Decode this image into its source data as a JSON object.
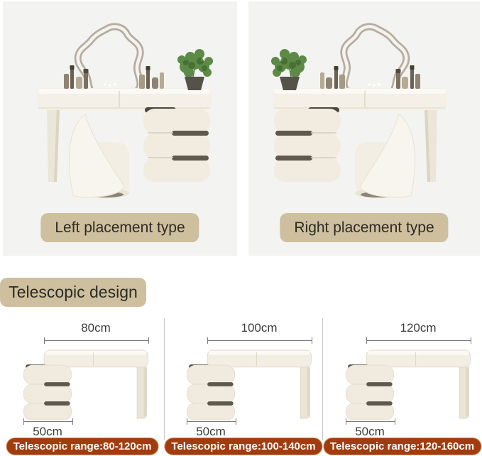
{
  "panels": [
    {
      "label": "Left placement type"
    },
    {
      "label": "Right placement type"
    }
  ],
  "telescopic": {
    "heading": "Telescopic design",
    "columns": [
      {
        "width_label": "80cm",
        "depth_label": "50cm",
        "range_label": "Telescopic range:80-120cm"
      },
      {
        "width_label": "100cm",
        "depth_label": "50cm",
        "range_label": "Telescopic range:100-140cm"
      },
      {
        "width_label": "120cm",
        "depth_label": "50cm",
        "range_label": "Telescopic range:120-160cm"
      }
    ]
  },
  "icons": {
    "vanity_illustration": "vanity-dressing-table-with-led-mirror-stool-and-plant",
    "desk_diagram": "telescopic-desk-side-diagram"
  },
  "colors": {
    "panel_background": "#f3f3f1",
    "tan_label_background": "#cec09e",
    "label_text": "#2e2a25",
    "range_pill_background": "#a23c0f",
    "range_pill_text": "#ffffff",
    "furniture_cream": "#f2eee3",
    "dimension_text": "#3d3d3d"
  }
}
